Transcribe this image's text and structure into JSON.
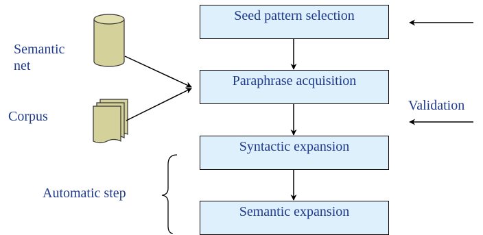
{
  "steps": [
    "Seed pattern selection",
    "Paraphrase acquisition",
    "Syntactic expansion",
    "Semantic expansion"
  ],
  "resources": {
    "semantic_net_line1": "Semantic",
    "semantic_net_line2": "net",
    "corpus": "Corpus"
  },
  "validation_label": "Validation",
  "automatic_step_label": "Automatic step",
  "colors": {
    "box_fill": "#ddf0fc",
    "text": "#1f3a8a",
    "cylinder_fill": "#d4d29a"
  },
  "icons": [
    "database-cylinder-icon",
    "document-stack-icon"
  ]
}
